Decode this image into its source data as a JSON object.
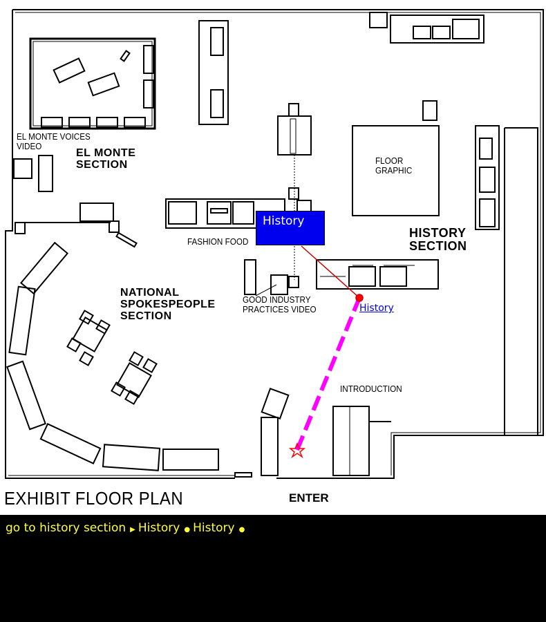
{
  "map": {
    "labels": {
      "el_monte_voices": "EL MONTE VOICES\nVIDEO",
      "el_monte_section": "EL MONTE\nSECTION",
      "floor_graphic": "FLOOR\nGRAPHIC",
      "history_section": "HISTORY\nSECTION",
      "fashion_food": "FASHION FOOD",
      "national_section": "NATIONAL\nSPOKESPEOPLE\nSECTION",
      "good_industry": "GOOD INDUSTRY\nPRACTICES VIDEO",
      "introduction": "INTRODUCTION",
      "title": "EXHIBIT FLOOR PLAN",
      "enter": "ENTER"
    },
    "popup_label": "History",
    "marker_link": "History",
    "colors": {
      "popup": "#0000ee",
      "path": "#ff00ff",
      "marker": "#ff0000",
      "breadcrumb": "#ffff33"
    }
  },
  "breadcrumb": {
    "query": "go to history section",
    "items": [
      "History",
      "History"
    ],
    "first_separator": "▶",
    "separator": "●"
  }
}
